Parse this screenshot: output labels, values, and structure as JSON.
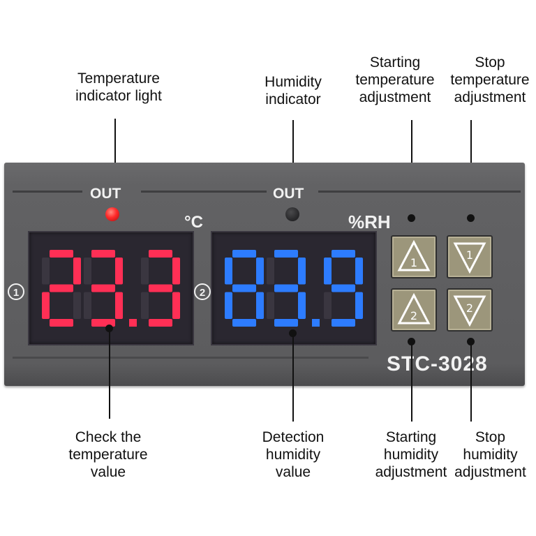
{
  "callouts": {
    "temperature_indicator_light": "Temperature\nindicator light",
    "humidity_indicator": "Humidity\nindicator",
    "starting_temperature_adjustment": "Starting\ntemperature\nadjustment",
    "stop_temperature_adjustment": "Stop\ntemperature\nadjustment",
    "check_temperature_value": "Check the\ntemperature\nvalue",
    "detection_humidity_value": "Detection\nhumidity\nvalue",
    "starting_humidity_adjustment": "Starting\nhumidity\nadjustment",
    "stop_humidity_adjustment": "Stop\nhumidity\nadjustment"
  },
  "device": {
    "model": "STC-3028",
    "out_label_left": "OUT",
    "out_label_right": "OUT",
    "celsius_unit": "°C",
    "humidity_unit": "%RH",
    "channel_1_marker": "1",
    "channel_2_marker": "2",
    "temperature_reading": "23.3",
    "humidity_reading": "83.9",
    "temperature_led_state": "on",
    "humidity_led_state": "off",
    "button_temp_up_number": "1",
    "button_temp_down_number": "1",
    "button_hum_up_number": "2",
    "button_hum_down_number": "2"
  },
  "colors": {
    "temperature_digits": "#ff2f55",
    "humidity_digits": "#2d7cff",
    "led_on": "#ff2a2a",
    "led_off": "#2a2a2c"
  }
}
